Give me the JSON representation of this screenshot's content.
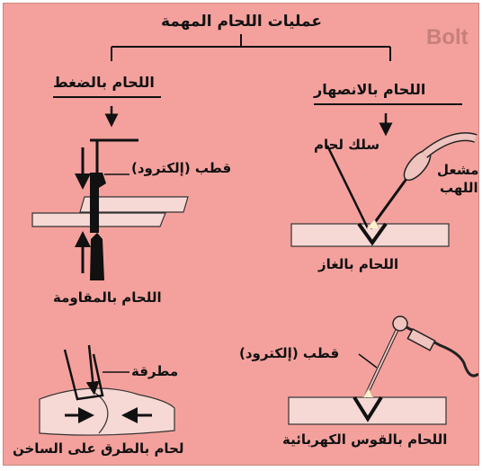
{
  "title": "عمليات اللحام المهمة",
  "brand": "Bolt",
  "categories": {
    "pressure": "اللحام بالضغط",
    "fusion": "اللحام بالانصهار"
  },
  "labels": {
    "electrode_top": "قطب (إلكترود)",
    "resistance": "اللحام بالمقاومة",
    "welding_wire": "سلك لحام",
    "torch_line1": "مشعل",
    "torch_line2": "اللهب",
    "gas": "اللحام بالغاز",
    "hammer": "مطرقة",
    "forge": "لحام بالطرق على الساخن",
    "electrode_arc": "قطب (إلكترود)",
    "arc": "اللحام بالقوس الكهربائية"
  },
  "colors": {
    "background": "#f4a19d",
    "plate": "#f6d8d4",
    "ink": "#111111",
    "brand": "#c77f7b"
  }
}
